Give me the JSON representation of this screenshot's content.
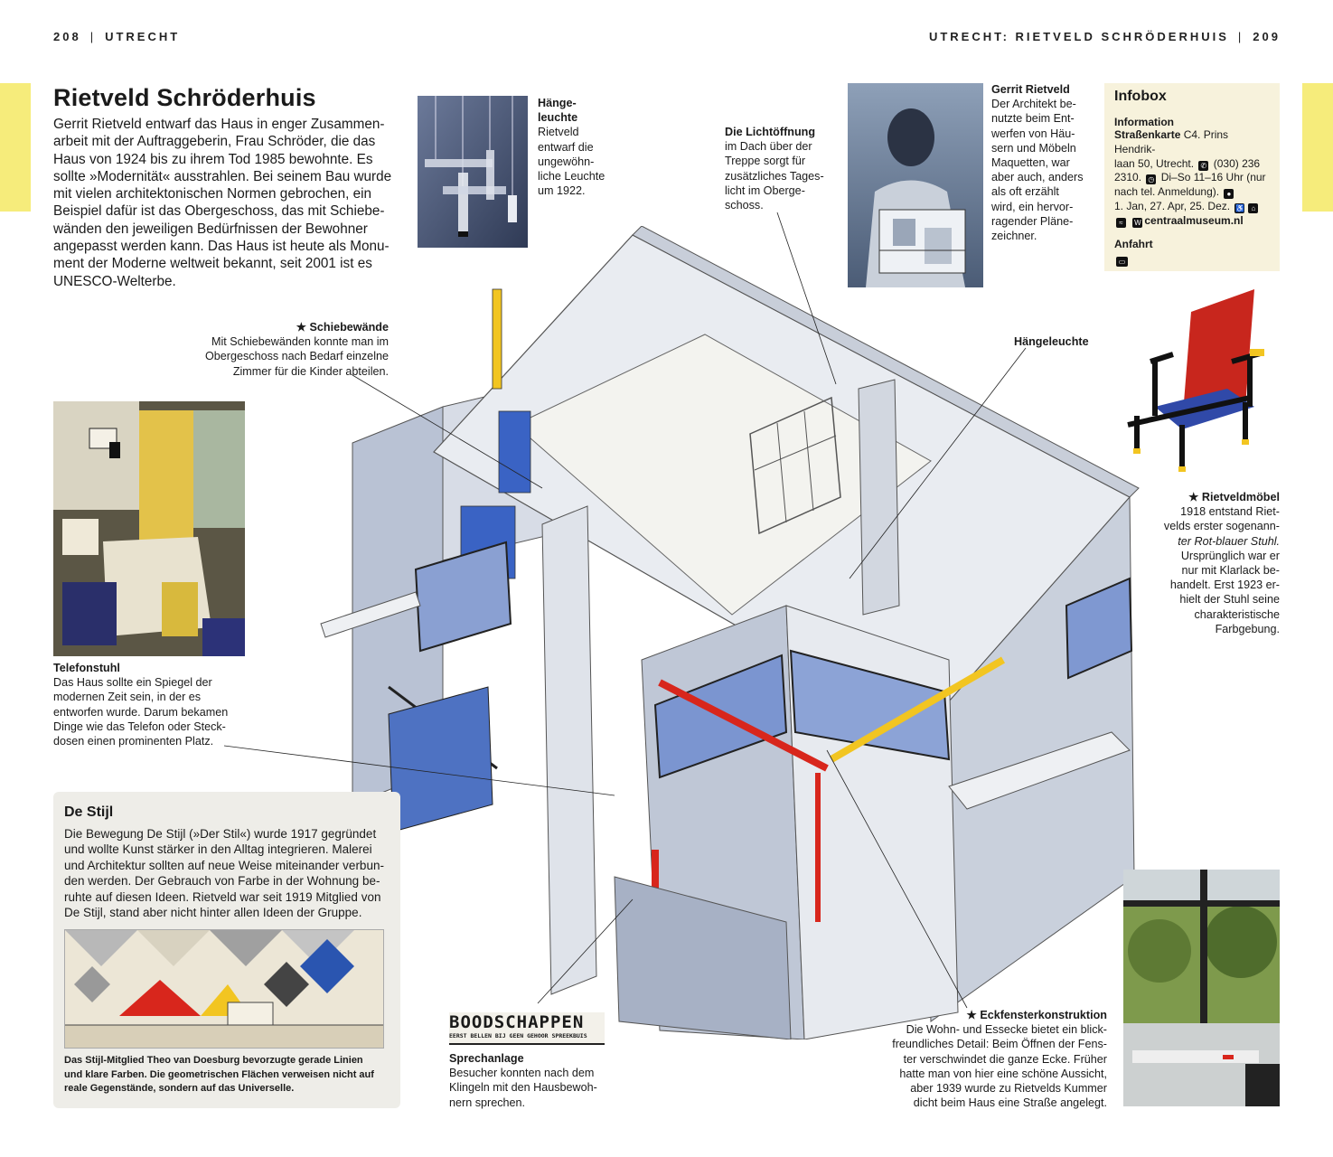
{
  "header": {
    "left_page_number": "208",
    "left_section": "UTRECHT",
    "right_section": "UTRECHT: RIETVELD SCHRÖDERHUIS",
    "right_page_number": "209"
  },
  "article": {
    "title": "Rietveld Schröderhuis",
    "intro_lines": [
      "Gerrit Rietveld entwarf das Haus in enger Zusammen-",
      "arbeit mit der Auftraggeberin, Frau Schröder, die das",
      "Haus von 1924 bis zu ihrem Tod 1985 bewohnte. Es",
      "sollte »Modernität« ausstrahlen. Bei seinem Bau wurde",
      "mit vielen architektonischen Normen gebrochen, ein",
      "Beispiel dafür ist das Obergeschoss, das mit Schiebe-",
      "wänden den jeweiligen Bedürfnissen der Bewohner",
      "angepasst werden kann. Das Haus ist heute als Monu-",
      "ment der Moderne weltweit bekannt, seit 2001 ist es",
      "UNESCO-Welterbe."
    ]
  },
  "captions": {
    "haengeleuchte_photo": {
      "title": [
        "Hänge-",
        "leuchte"
      ],
      "lines": [
        "Rietveld",
        "entwarf die",
        "ungewöhn-",
        "liche Leuchte",
        "um 1922."
      ]
    },
    "lichtoeffnung": {
      "title": "Die Lichtöffnung",
      "lines": [
        "im Dach über der",
        "Treppe sorgt für",
        "zusätzliches Tages-",
        "licht im Oberge-",
        "schoss."
      ]
    },
    "gerrit": {
      "title": "Gerrit Rietveld",
      "lines": [
        "Der Architekt be-",
        "nutzte beim Ent-",
        "werfen von Häu-",
        "sern und Möbeln",
        "Maquetten, war",
        "aber auch, anders",
        "als oft erzählt",
        "wird, ein hervor-",
        "ragender Pläne-",
        "zeichner."
      ]
    },
    "schiebewaende": {
      "title": "★ Schiebewände",
      "lines": [
        "Mit Schiebewänden konnte man im",
        "Obergeschoss nach Bedarf einzelne",
        "Zimmer für die Kinder abteilen."
      ]
    },
    "haengeleuchte_label": "Hängeleuchte",
    "rietveldmoebel": {
      "title": "★ Rietveldmöbel",
      "lines": [
        "1918 entstand Riet-",
        "velds erster sogenann-",
        "ter Rot-blauer Stuhl.",
        "Ursprünglich war er",
        "nur mit Klarlack be-",
        "handelt. Erst 1923 er-",
        "hielt der Stuhl seine",
        "charakteristische",
        "Farbgebung."
      ]
    },
    "telefonstuhl": {
      "title": "Telefonstuhl",
      "lines": [
        "Das Haus sollte ein Spiegel der",
        "modernen Zeit sein, in der es",
        "entworfen wurde. Darum bekamen",
        "Dinge wie das Telefon oder Steck-",
        "dosen einen prominenten Platz."
      ]
    },
    "sprechanlage": {
      "sign_main": "BOODSCHAPPEN",
      "sign_sub": "EERST BELLEN BIJ GEEN GEHOOR SPREEKBUIS",
      "title": "Sprechanlage",
      "lines": [
        "Besucher konnten nach dem",
        "Klingeln mit den Hausbewoh-",
        "nern sprechen."
      ]
    },
    "eckfenster": {
      "title": "★ Eckfensterkonstruktion",
      "lines": [
        "Die Wohn- und Essecke bietet ein blick-",
        "freundliches Detail: Beim Öffnen der Fens-",
        "ter verschwindet die ganze Ecke. Früher",
        "hatte man von hier eine schöne Aussicht,",
        "aber 1939 wurde zu Rietvelds Kummer",
        "dicht beim Haus eine Straße angelegt."
      ]
    }
  },
  "infobox": {
    "title": "Infobox",
    "information_label": "Information",
    "lines": [
      {
        "bold": "Straßenkarte",
        "text": " C4. Prins Hendrik-"
      },
      {
        "text": "laan 50, Utrecht. ",
        "icon": "phone-icon",
        "after": " (030) 236"
      },
      {
        "text": "2310. ",
        "icon": "clock-icon",
        "after": " Di–So 11–16 Uhr (nur"
      },
      {
        "text": "nach tel. Anmeldung). ",
        "icon": "closed-icon",
        "after": ""
      },
      {
        "text": "1. Jan, 27. Apr, 25. Dez. ",
        "icon": "accessibility-icon",
        "after": ""
      },
      {
        "icon": "wifi-icon",
        "text": " ",
        "web_icon": "W",
        "bold": "centraalmuseum.nl"
      }
    ],
    "anfahrt_label": "Anfahrt",
    "anfahrt_icon": "bus-icon"
  },
  "destijl": {
    "title": "De Stijl",
    "lines": [
      "Die Bewegung De Stijl (»Der Stil«) wurde 1917 gegründet",
      "und wollte Kunst stärker in den Alltag integrieren. Malerei",
      "und Architektur sollten auf neue Weise miteinander verbun-",
      "den werden. Der Gebrauch von Farbe in der Wohnung be-",
      "ruhte auf diesen Ideen. Rietveld war seit 1919 Mitglied von",
      "De Stijl, stand aber nicht hinter allen Ideen der Gruppe."
    ],
    "caption_lines": [
      "Das Stijl-Mitglied Theo van Doesburg bevorzugte gerade Linien",
      "und klare Farben. Die geometrischen Flächen verweisen nicht auf",
      "reale Gegenstände, sondern auf das Universelle."
    ]
  },
  "colors": {
    "accent_yellow": "#f6ec7b",
    "infobox_bg": "#f7f2dc",
    "destijl_bg": "#eeede8",
    "destijl_red": "#d8261c",
    "destijl_blue": "#2a55b0",
    "destijl_yellow": "#f2c521"
  }
}
